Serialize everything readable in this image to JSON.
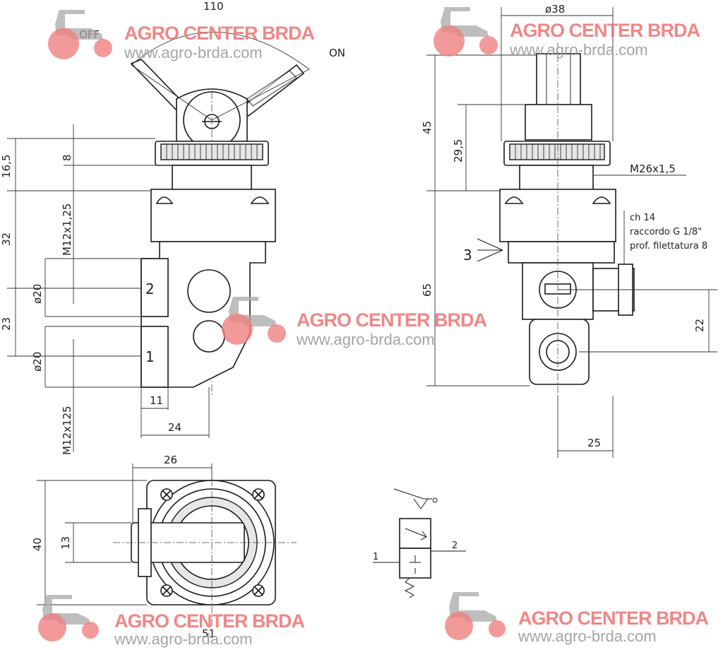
{
  "dimensions": {
    "lever_angle": "110",
    "top_dia": "ø38",
    "h16_5": "16,5",
    "h8": "8",
    "h32": "32",
    "thread_upper": "M12x1,25",
    "dia20_upper": "ø20",
    "h23": "23",
    "dia20_lower": "ø20",
    "thread_lower": "M12x125",
    "w11": "11",
    "w24": "24",
    "h45": "45",
    "h29_5": "29,5",
    "thread_m26": "M26x1,5",
    "h65": "65",
    "h22": "22",
    "w25": "25",
    "w26": "26",
    "h40": "40",
    "h13": "13",
    "w51": "51"
  },
  "labels": {
    "off": "OFF",
    "on": "ON",
    "port_1": "1",
    "port_2": "2",
    "port_3": "3",
    "note_line1": "ch 14",
    "note_line2": "raccordo G 1/8\"",
    "note_line3": "prof. filettatura 8",
    "symbol_port_1": "1",
    "symbol_port_2": "2"
  },
  "watermark": {
    "brand": "AGRO CENTER BRDA",
    "url": "www.agro-brda.com"
  },
  "colors": {
    "brand_red": "#ec7272",
    "watermark_grey": "#9a9a9a",
    "line": "#1a1a1a"
  }
}
